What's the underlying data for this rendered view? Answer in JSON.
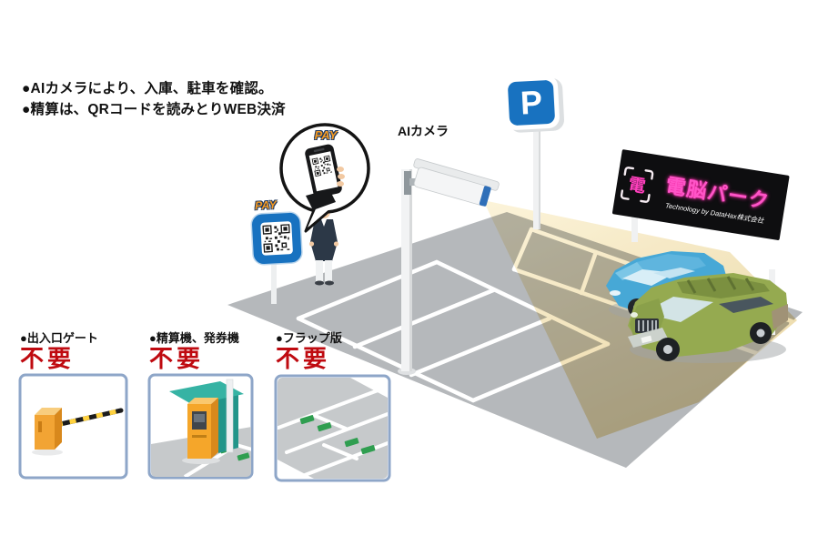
{
  "notes": {
    "line1": "●AIカメラにより、入庫、駐車を確認。",
    "line2": "●精算は、QRコードを読みとりWEB決済"
  },
  "camera": {
    "label": "AIカメラ"
  },
  "parking_sign": {
    "letter": "P"
  },
  "payment": {
    "bubble_pay": "PAY",
    "sign_pay": "PAY"
  },
  "billboard": {
    "logo_char": "電",
    "title": "電脳パーク",
    "subtitle": "Technology by DataHax株式会社"
  },
  "features": [
    {
      "label": "●出入口ゲート",
      "status": "不要"
    },
    {
      "label": "●精算機、発券機",
      "status": "不要"
    },
    {
      "label": "●フラップ版",
      "status": "不要"
    }
  ],
  "colors": {
    "status_red": "#bf0a10",
    "lot_gray": "#b5b8bb",
    "beam_yellow": "#ecd79f",
    "sign_blue": "#1872c0",
    "pay_orange": "#f59b23",
    "neon_pink": "#ff55c8",
    "billboard_black": "#0e0e10",
    "box_border_blue": "#8ea6c8",
    "machine_orange": "#f5a62a",
    "canopy_teal": "#2fa89a",
    "flap_green": "#2f9e50",
    "car_blue": "#47a8d6",
    "car_green": "#95aa50"
  }
}
